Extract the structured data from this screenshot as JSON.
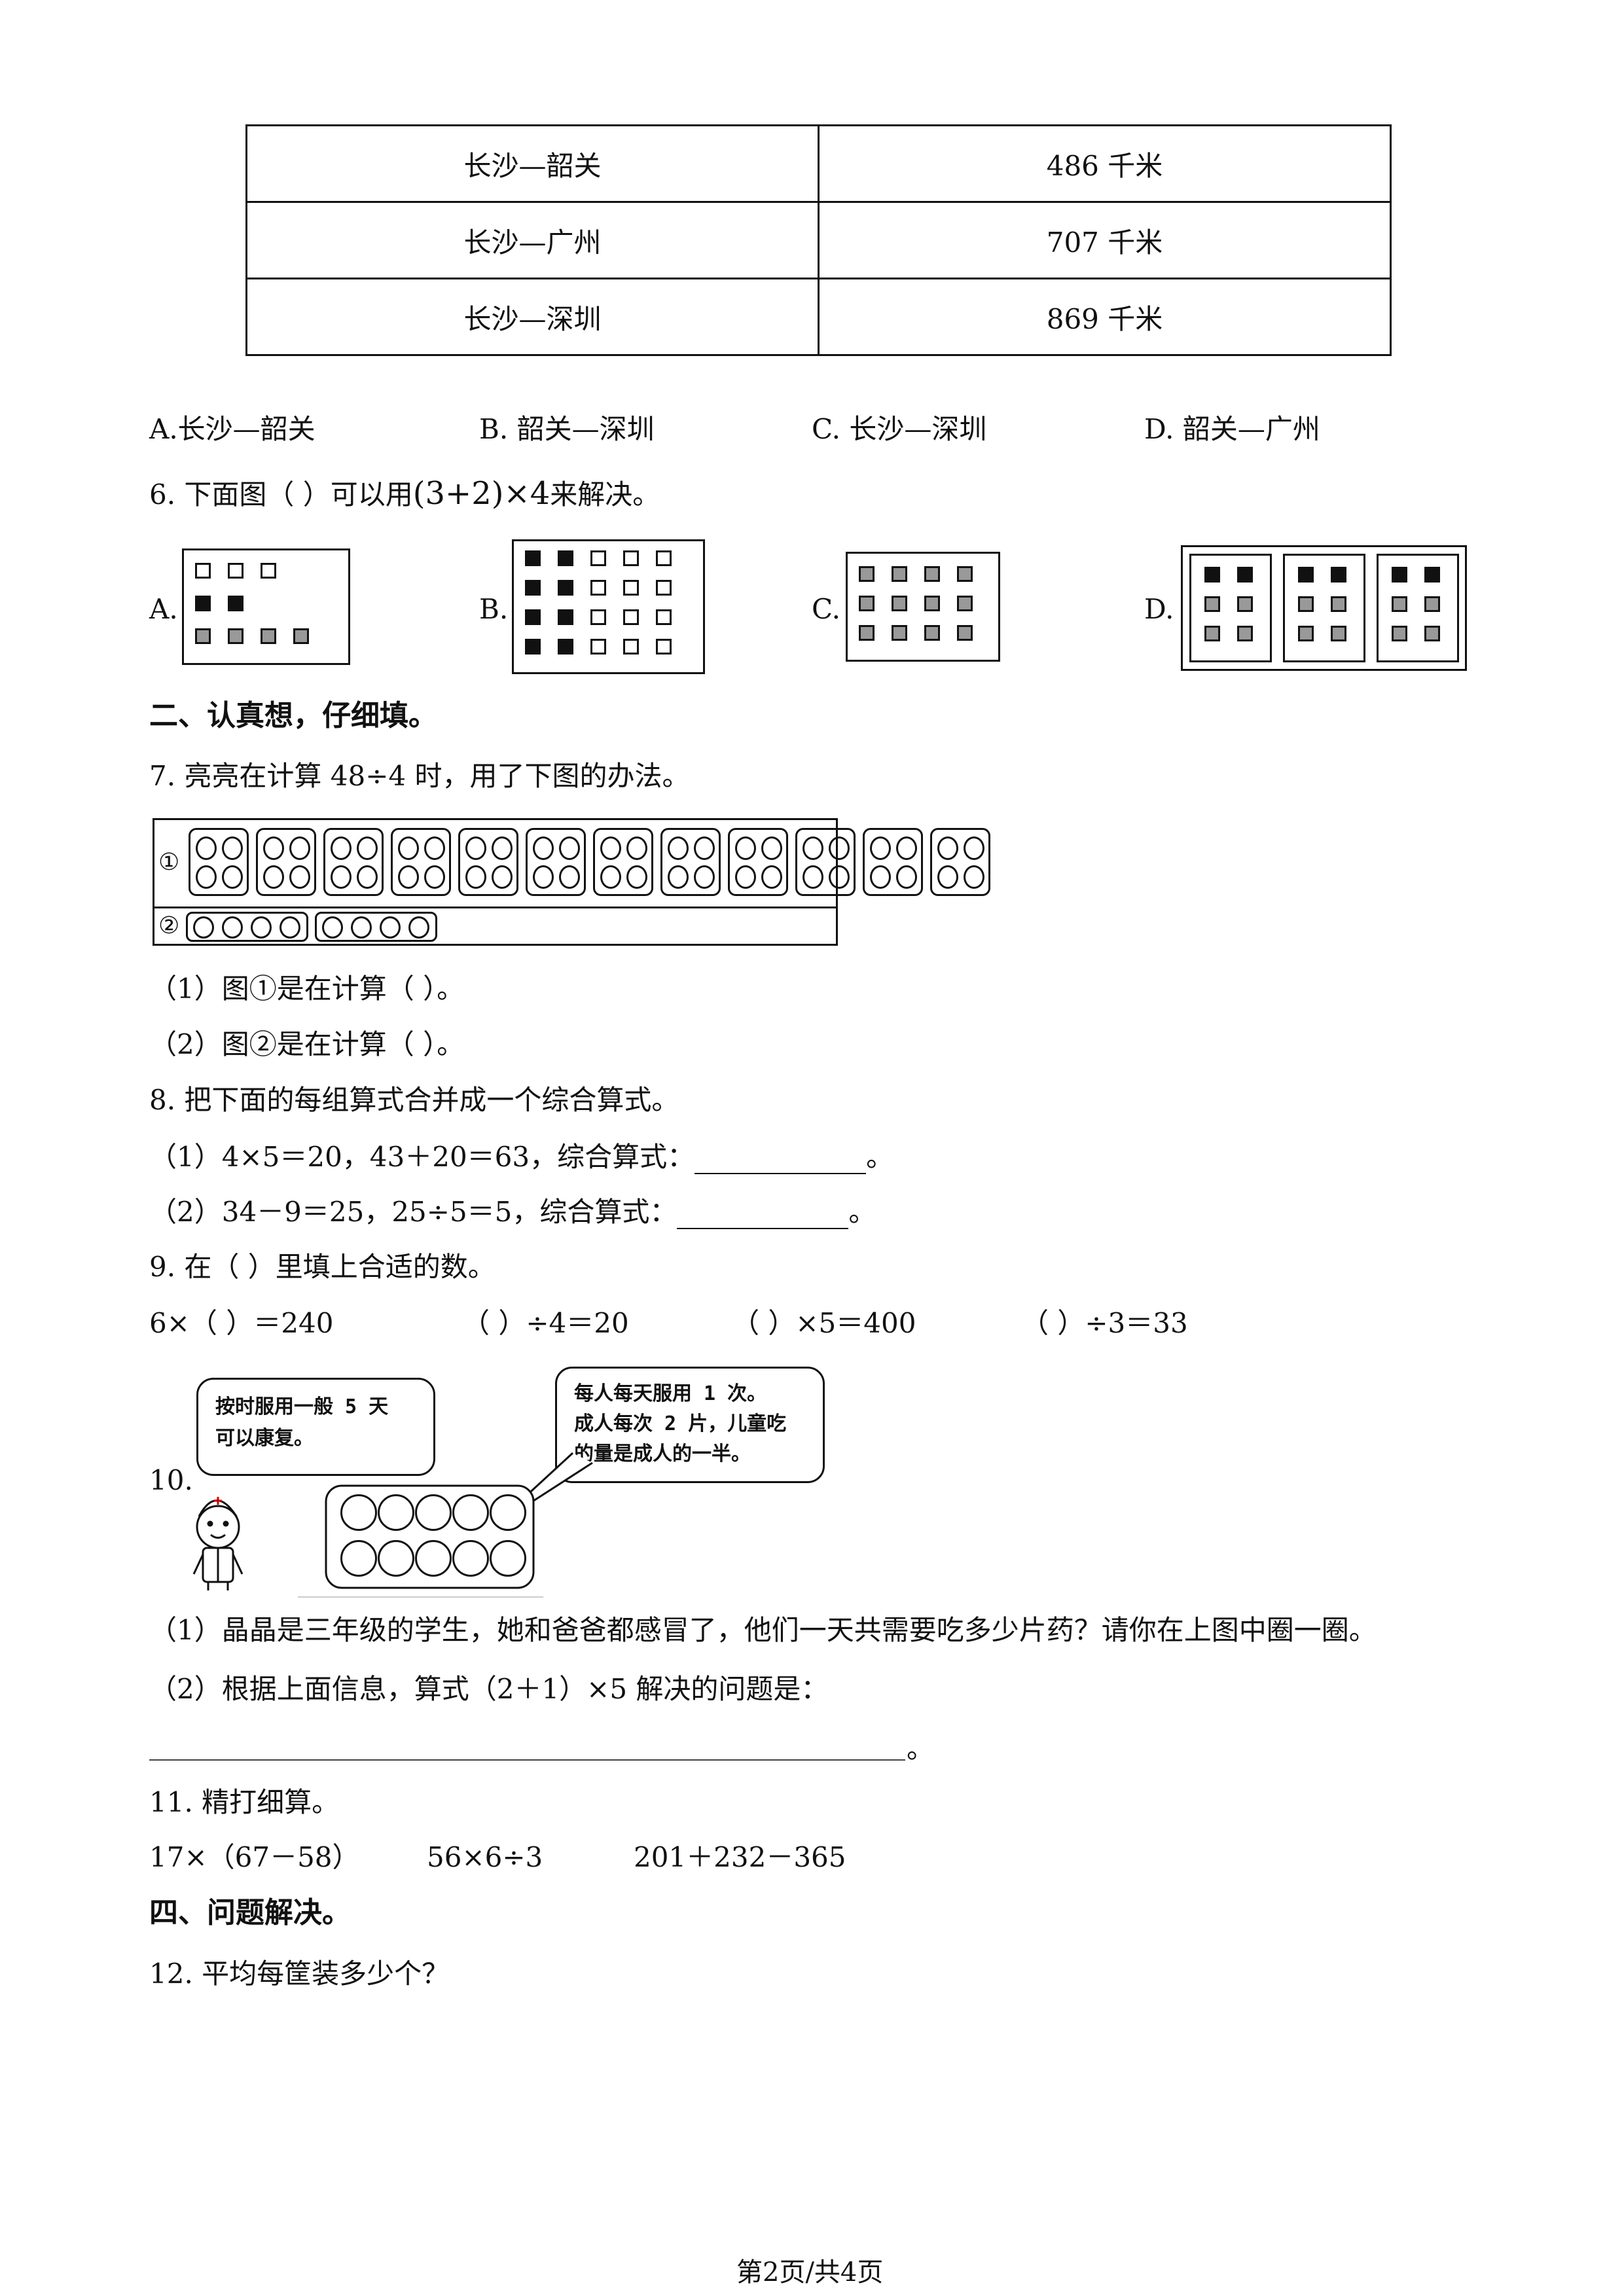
{
  "distance_table": {
    "rows": [
      {
        "route": "长沙—韶关",
        "distance": "486 千米"
      },
      {
        "route": "长沙—广州",
        "distance": "707 千米"
      },
      {
        "route": "长沙—深圳",
        "distance": "869 千米"
      }
    ]
  },
  "q5_options": {
    "a": "A.长沙—韶关",
    "b": "B. 韶关—深圳",
    "c": "C. 长沙—深圳",
    "d": "D. 韶关—广州"
  },
  "q6": {
    "stem_pre": "6. 下面图（      ）可以用",
    "formula": "(3+2)×4",
    "stem_post": "来解决。",
    "labels": {
      "a": "A.",
      "b": "B.",
      "c": "C.",
      "d": "D."
    }
  },
  "section2": "二、认真想，仔细填。",
  "q7": {
    "stem": "7. 亮亮在计算 48÷4 时，用了下图的办法。",
    "row1_label": "①",
    "row2_label": "②",
    "sub1": "（1）图①是在计算（        ）。",
    "sub2": "（2）图②是在计算（        ）。"
  },
  "q8": {
    "stem": "8. 把下面的每组算式合并成一个综合算式。",
    "sub1": "（1）4×5＝20，43＋20＝63，综合算式：",
    "sub2": "（2）34－9＝25，25÷5＝5，综合算式：",
    "end": "。"
  },
  "q9": {
    "stem": "9. 在（      ）里填上合适的数。",
    "items": [
      "6×（      ）＝240",
      "（      ）÷4＝20",
      "（      ）×5＝400",
      "（      ）÷3＝33"
    ]
  },
  "q10": {
    "number": "10.",
    "bubble1": [
      "按时服用一般 5 天",
      "可以康复。"
    ],
    "bubble2": [
      "每人每天服用 1 次。",
      "成人每次 2 片，儿童吃",
      "的量是成人的一半。"
    ],
    "sub1": "（1）晶晶是三年级的学生，她和爸爸都感冒了，他们一天共需要吃多少片药？请你在上图中圈一圈。",
    "sub2": "（2）根据上面信息，算式（2＋1）×5 解决的问题是：",
    "end": "。"
  },
  "q11": {
    "stem": "11. 精打细算。",
    "items": [
      "17×（67－58）",
      "56×6÷3",
      "201＋232－365"
    ]
  },
  "section4": "四、问题解决。",
  "q12": {
    "stem": "12. 平均每筐装多少个？"
  },
  "footer": "第2页/共4页"
}
